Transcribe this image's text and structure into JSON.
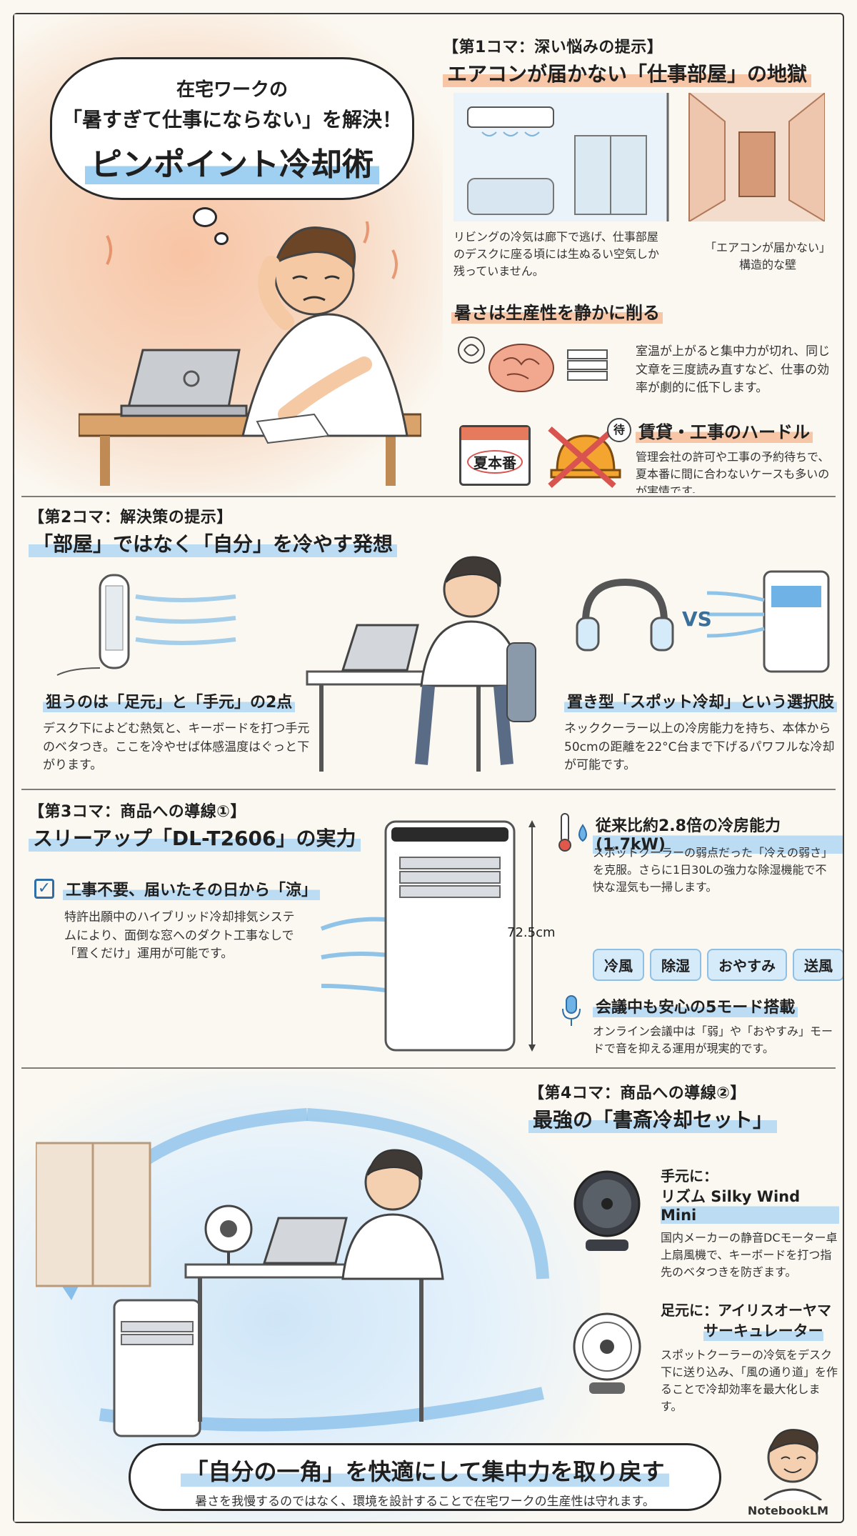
{
  "hero": {
    "line1": "在宅ワークの",
    "line2": "「暑すぎて仕事にならない」を解決！",
    "line3": "ピンポイント冷却術"
  },
  "panel1": {
    "tag": "【第1コマ：深い悩みの提示】",
    "title": "エアコンが届かない「仕事部屋」の地獄",
    "room_caption": "リビングの冷気は廊下で逃げ、仕事部屋のデスクに座る頃には生ぬるい空気しか残っていません。",
    "wall_caption_1": "「エアコンが届かない」",
    "wall_caption_2": "構造的な壁",
    "sub1_title": "暑さは生産性を静かに削る",
    "sub1_text": "室温が上がると集中力が切れ、同じ文章を三度読み直すなど、仕事の効率が劇的に低下します。",
    "sub2_title": "賃貸・工事のハードル",
    "sub2_text": "管理会社の許可や工事の予約待ちで、夏本番に間に合わないケースも多いのが実情です。",
    "calendar_label": "夏本番",
    "wait_label": "待"
  },
  "panel2": {
    "tag": "【第2コマ：解決策の提示】",
    "title": "「部屋」ではなく「自分」を冷やす発想",
    "left_title": "狙うのは「足元」と「手元」の2点",
    "left_text": "デスク下によどむ熱気と、キーボードを打つ手元のベタつき。ここを冷やせば体感温度はぐっと下がります。",
    "vs_label": "VS",
    "right_title": "置き型「スポット冷却」という選択肢",
    "right_text": "ネッククーラー以上の冷房能力を持ち、本体から50cmの距離を22°C台まで下げるパワフルな冷却が可能です。"
  },
  "panel3": {
    "tag": "【第3コマ：商品への導線①】",
    "title": "スリーアップ「DL-T2606」の実力",
    "check_title": "工事不要、届いたその日から「涼」",
    "check_text": "特許出願中のハイブリッド冷却排気システムにより、面倒な窓へのダクト工事なしで「置くだけ」運用が可能です。",
    "height_label": "72.5cm",
    "power_title": "従来比約2.8倍の冷房能力(1.7kW)",
    "power_text": "スポットクーラーの弱点だった「冷えの弱さ」を克服。さらに1日30Lの強力な除湿機能で不快な湿気も一掃します。",
    "modes": [
      "冷風",
      "除湿",
      "おやすみ",
      "送風"
    ],
    "mode_title": "会議中も安心の5モード搭載",
    "mode_text": "オンライン会議中は「弱」や「おやすみ」モードで音を抑える運用が現実的です。"
  },
  "panel4": {
    "tag": "【第4コマ：商品への導線②】",
    "title": "最強の「書斎冷却セット」",
    "item1_label": "手元に：",
    "item1_name": "リズム Silky Wind Mini",
    "item1_text": "国内メーカーの静音DCモーター卓上扇風機で、キーボードを打つ指先のベタつきを防ぎます。",
    "item2_label": "足元に：アイリスオーヤマ",
    "item2_name": "サーキュレーター",
    "item2_text": "スポットクーラーの冷気をデスク下に送り込み、「風の通り道」を作ることで冷却効率を最大化します。",
    "final_title": "「自分の一角」を快適にして集中力を取り戻す",
    "final_text": "暑さを我慢するのではなく、環境を設計することで在宅ワークの生産性は守れます。",
    "brand": "NotebookLM"
  },
  "colors": {
    "warm": "#f6c6a6",
    "cool": "#bcdcf4",
    "ink": "#2a2a2a"
  }
}
